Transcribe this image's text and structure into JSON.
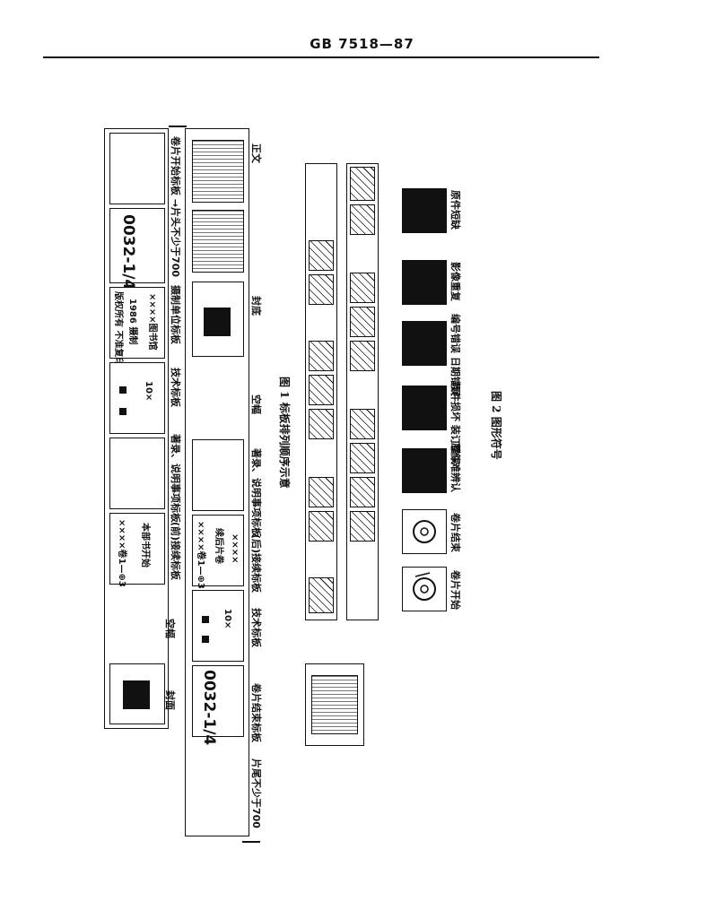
{
  "header": {
    "title": "GB 7518—87"
  },
  "figure1": {
    "caption": "图 1  标板排列顺序示意",
    "top_labels": [
      "卷片开始标板 →片头不少于700",
      "摄制单位标板",
      "技术标板",
      "著录、说明事项标板",
      "(前)接续标板",
      "空幅",
      "封面"
    ],
    "bottom_labels": [
      "正文",
      "封底",
      "空幅",
      "著录、说明事项标板",
      "(后)接续标板",
      "技术标板",
      "卷片结束标板",
      "片尾不少于700"
    ],
    "reel_code": "0032-1/4",
    "library_panel": [
      "××××图书馆",
      "1986 摄制",
      "版权所有  不准复印"
    ],
    "start_panel": [
      "本部书开始",
      "××××卷1—⊕3"
    ],
    "continue_panel": [
      "××××",
      "续后片卷",
      "××××卷1—⊕3"
    ],
    "tech_label": "10×"
  },
  "figure2": {
    "caption": "图 2  图形符号",
    "symbols": [
      {
        "name": "卷片开始",
        "dark": false
      },
      {
        "name": "卷片结束",
        "dark": false
      },
      {
        "name": "原件难辨认",
        "dark": true
      },
      {
        "name": "原件损坏 装订错误",
        "dark": true
      },
      {
        "name": "编号错误 日期错误",
        "dark": true
      },
      {
        "name": "影像重复",
        "dark": true
      },
      {
        "name": "原件短缺",
        "dark": true
      }
    ]
  },
  "colors": {
    "ink": "#111111",
    "paper": "#ffffff"
  }
}
